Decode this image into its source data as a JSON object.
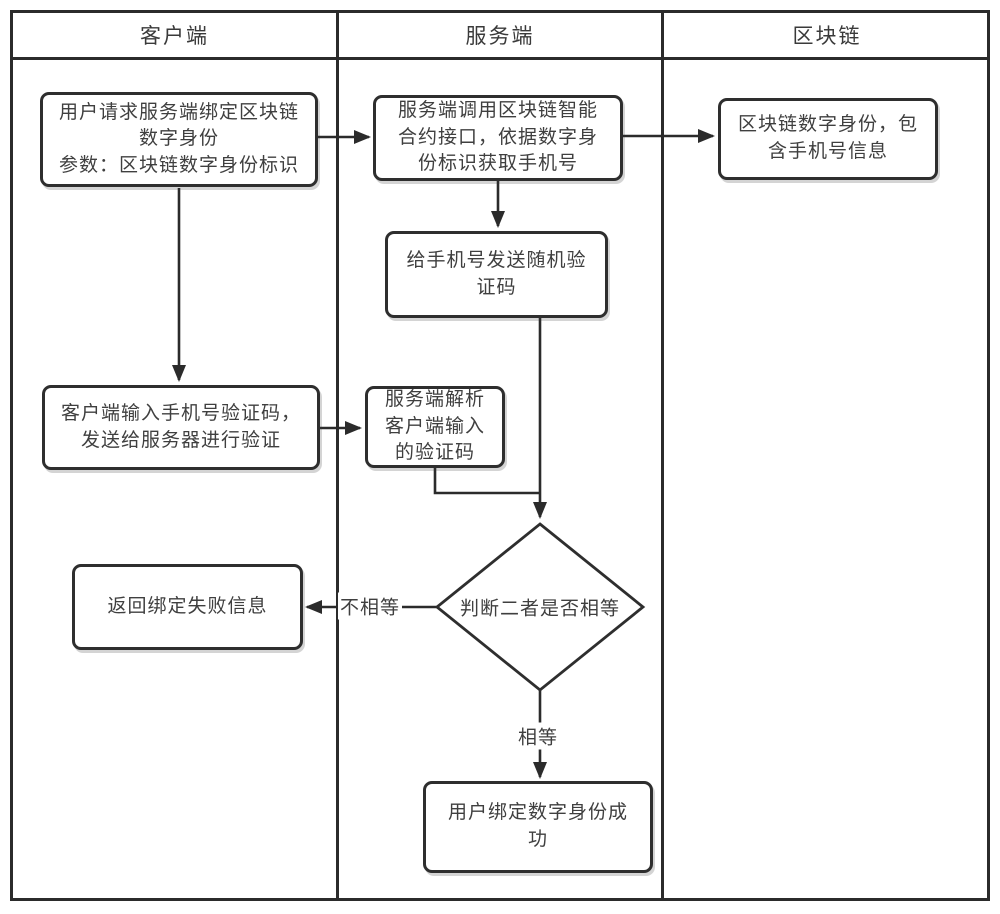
{
  "diagram": {
    "type": "swimlane-flowchart",
    "colors": {
      "line": "#2b2b2b",
      "box_border": "#2e2e2e",
      "text": "#3f3f3f",
      "background": "#ffffff"
    }
  },
  "lanes": [
    {
      "label": "客户端"
    },
    {
      "label": "服务端"
    },
    {
      "label": "区块链"
    }
  ],
  "nodes": {
    "client_request": {
      "label": "用户请求服务端绑定区块链\n数字身份\n参数：区块链数字身份标识"
    },
    "server_call_contract": {
      "label": "服务端调用区块链智能\n合约接口，依据数字身\n份标识获取手机号"
    },
    "blockchain_identity": {
      "label": "区块链数字身份，包\n含手机号信息"
    },
    "send_code": {
      "label": "给手机号发送随机验\n证码"
    },
    "client_input_code": {
      "label": "客户端输入手机号验证码，\n发送给服务器进行验证"
    },
    "server_parse_code": {
      "label": "服务端解析\n客户端输入\n的验证码"
    },
    "decision_equal": {
      "label": "判断二者是否相等"
    },
    "bind_fail": {
      "label": "返回绑定失败信息"
    },
    "bind_success": {
      "label": "用户绑定数字身份成\n功"
    }
  },
  "edge_labels": {
    "not_equal": "不相等",
    "equal": "相等"
  }
}
